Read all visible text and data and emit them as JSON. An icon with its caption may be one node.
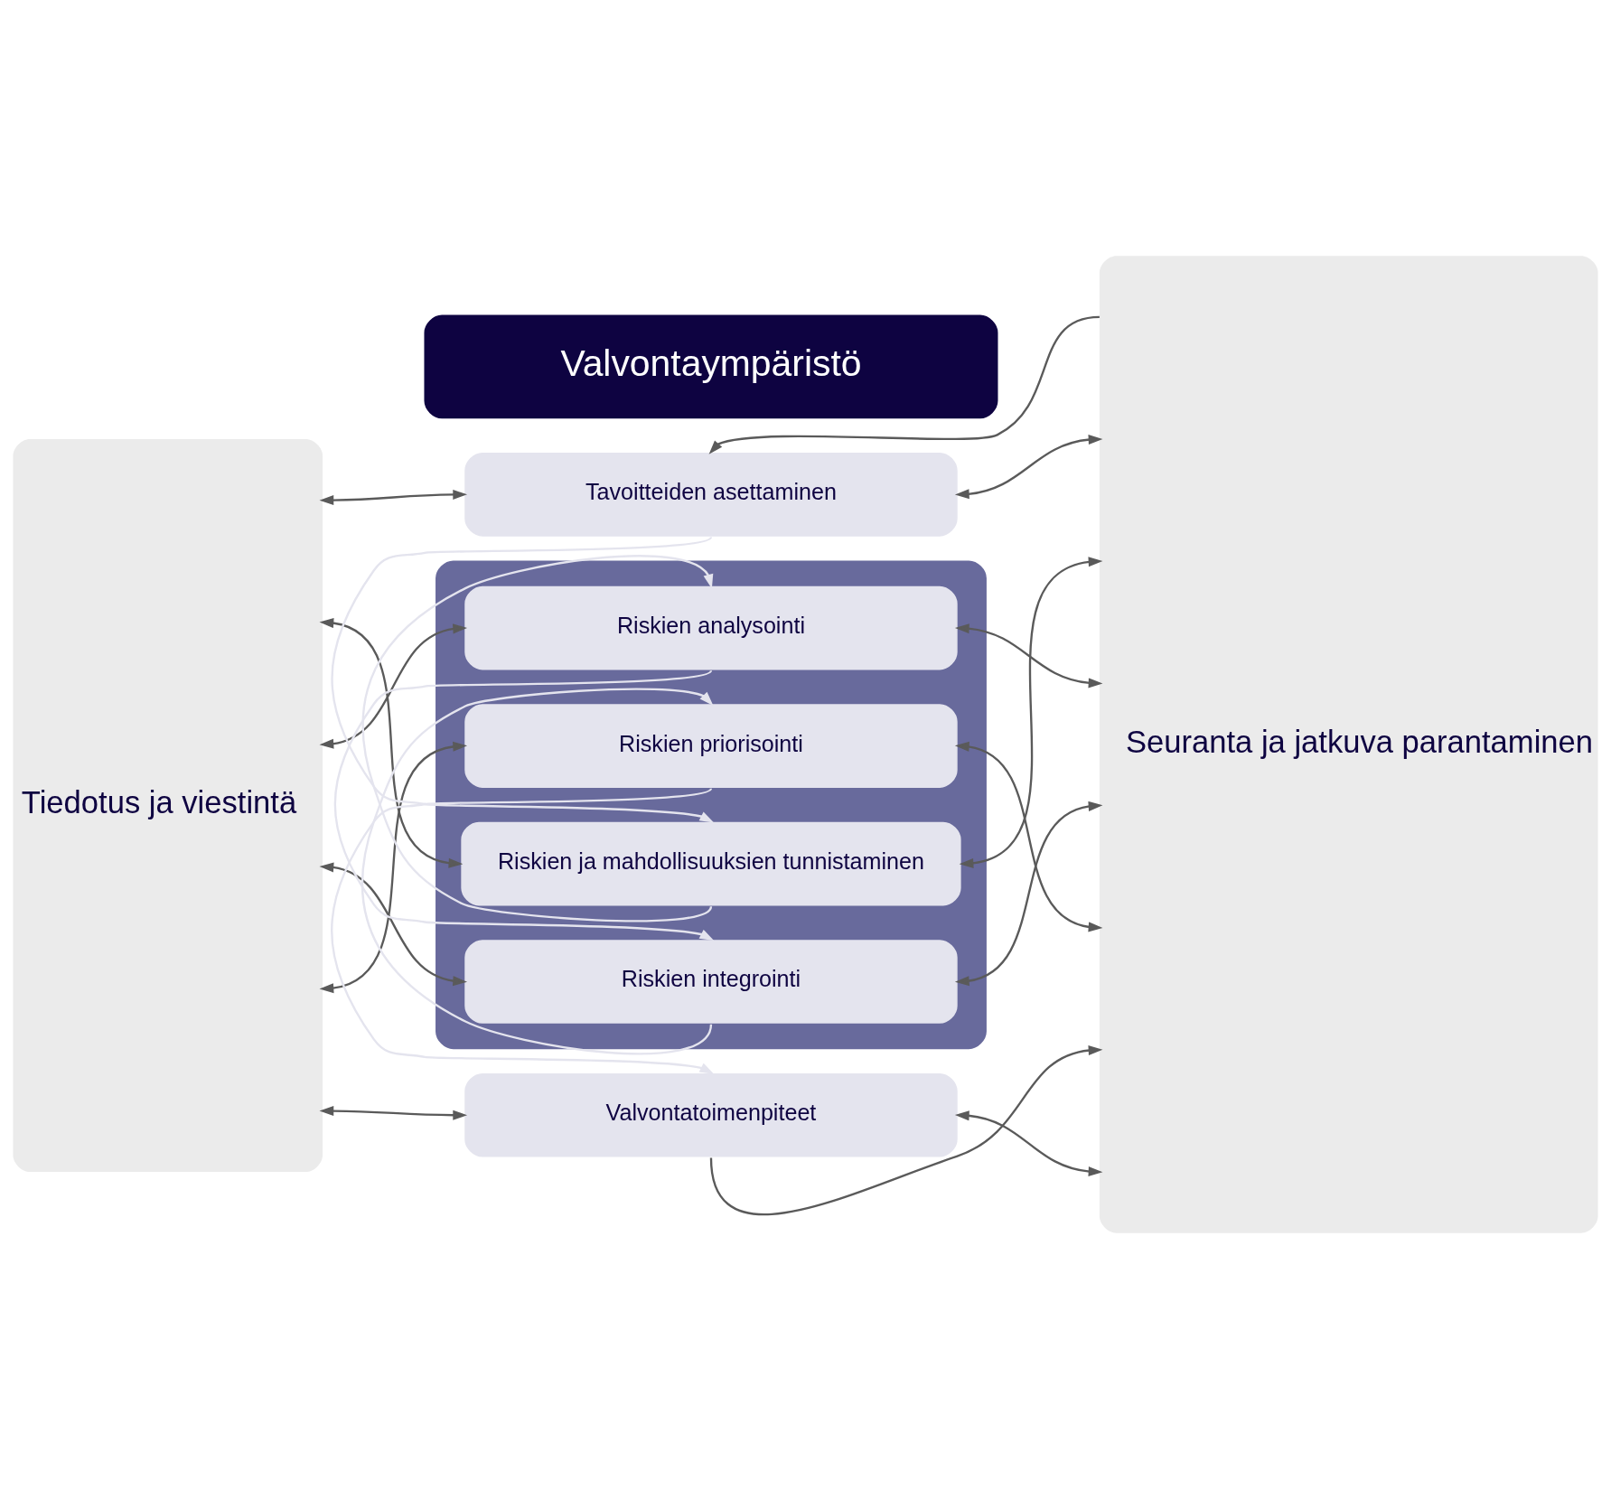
{
  "diagram": {
    "nodes": [
      {
        "text": [
          "Valvontaympäristö"
        ]
      },
      {
        "text": [
          "Tiedotus ja viestintä"
        ]
      },
      {
        "text": [
          "Tavoitteiden asettaminen"
        ]
      },
      {
        "text": [],
        "shape": "box"
      },
      {
        "text": [
          "Riskien ja mahdollisuuksien tunnistaminen"
        ],
        "in": 3
      },
      {
        "text": [
          "Riskien analysointi"
        ],
        "in": 3
      },
      {
        "text": [
          "Riskien integrointi"
        ],
        "in": 3
      },
      {
        "text": [
          "Riskien priorisointi"
        ],
        "in": 3
      },
      {
        "text": [
          "Valvontatoimenpiteet"
        ]
      },
      {
        "text": [
          "Seuranta ja jatkuva parantaminen"
        ]
      }
    ],
    "edges": [
      {
        "from": 9,
        "to": 2,
        "arrow": "to"
      },
      {
        "from": 2,
        "to": 4,
        "arrow": "to",
        "color": "#e4e4ee"
      },
      {
        "from": 4,
        "to": 5,
        "arrow": "to",
        "color": "#e4e4ee"
      },
      {
        "from": 5,
        "to": 6,
        "arrow": "to",
        "color": "#e4e4ee"
      },
      {
        "from": 6,
        "to": 7,
        "arrow": "to",
        "color": "#e4e4ee"
      },
      {
        "from": 7,
        "to": 8,
        "arrow": "to",
        "color": "#e4e4ee"
      },
      {
        "from": 8,
        "to": 9,
        "arrow": "to"
      },
      {
        "from": 1,
        "to": 2,
        "arrow": "both"
      },
      {
        "from": 2,
        "to": 9,
        "arrow": "both"
      },
      {
        "from": 1,
        "to": 4,
        "arrow": "both"
      },
      {
        "from": 4,
        "to": 9,
        "arrow": "both"
      },
      {
        "from": 1,
        "to": 5,
        "arrow": "both"
      },
      {
        "from": 5,
        "to": 9,
        "arrow": "both"
      },
      {
        "from": 1,
        "to": 6,
        "arrow": "both"
      },
      {
        "from": 6,
        "to": 9,
        "arrow": "both"
      },
      {
        "from": 1,
        "to": 7,
        "arrow": "both"
      },
      {
        "from": 7,
        "to": 9,
        "arrow": "both"
      },
      {
        "from": 1,
        "to": 8,
        "arrow": "both"
      },
      {
        "from": 8,
        "to": 9,
        "arrow": "both"
      }
    ]
  }
}
